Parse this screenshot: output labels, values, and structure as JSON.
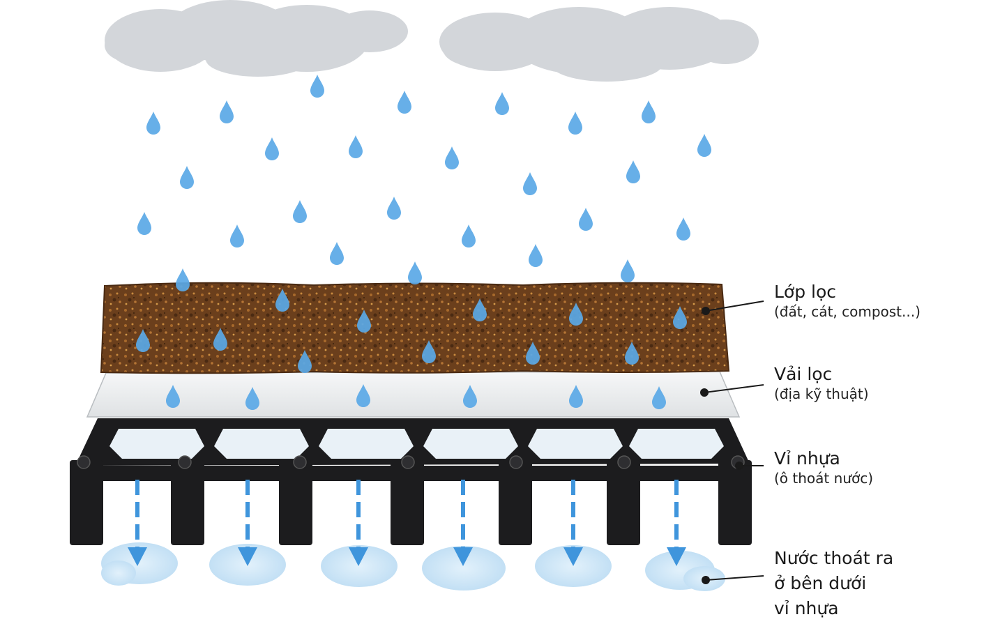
{
  "labels": {
    "filter_layer": {
      "title": "Lớp lọc",
      "sub": "(đất, cát, compost...)"
    },
    "filter_fabric": {
      "title": "Vải lọc",
      "sub": "(địa kỹ thuật)"
    },
    "plastic_tray": {
      "title": "Vỉ nhựa",
      "sub": "(ô thoát nước)"
    },
    "drained_water": {
      "line1": "Nước thoát ra",
      "line2": "ở bên dưới",
      "line3": "vỉ nhựa"
    }
  },
  "colors": {
    "cloud": "#d3d6da",
    "raindrop": "#5aa8e6",
    "soil": "#6b3f1c",
    "fabric": "#eef0f1",
    "tray": "#1c1c1e",
    "water": "#cfe6f7",
    "arrow": "#3f95dc"
  }
}
